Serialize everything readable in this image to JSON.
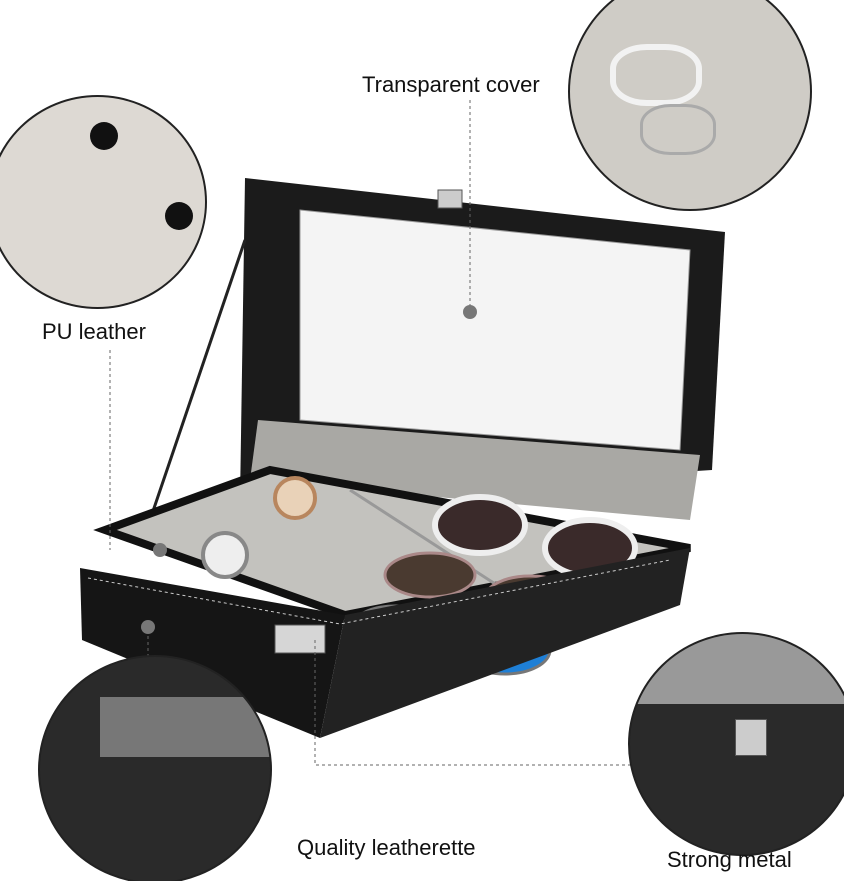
{
  "labels": {
    "transparent_cover": "Transparent cover",
    "pu_leather": "PU leather",
    "quality_leatherette": "Quality leatherette",
    "strong_metal": "Strong metal"
  },
  "colors": {
    "leather": "#1a1a1a",
    "lining": "#bdbcb8",
    "stitch": "#cfcfcf"
  }
}
